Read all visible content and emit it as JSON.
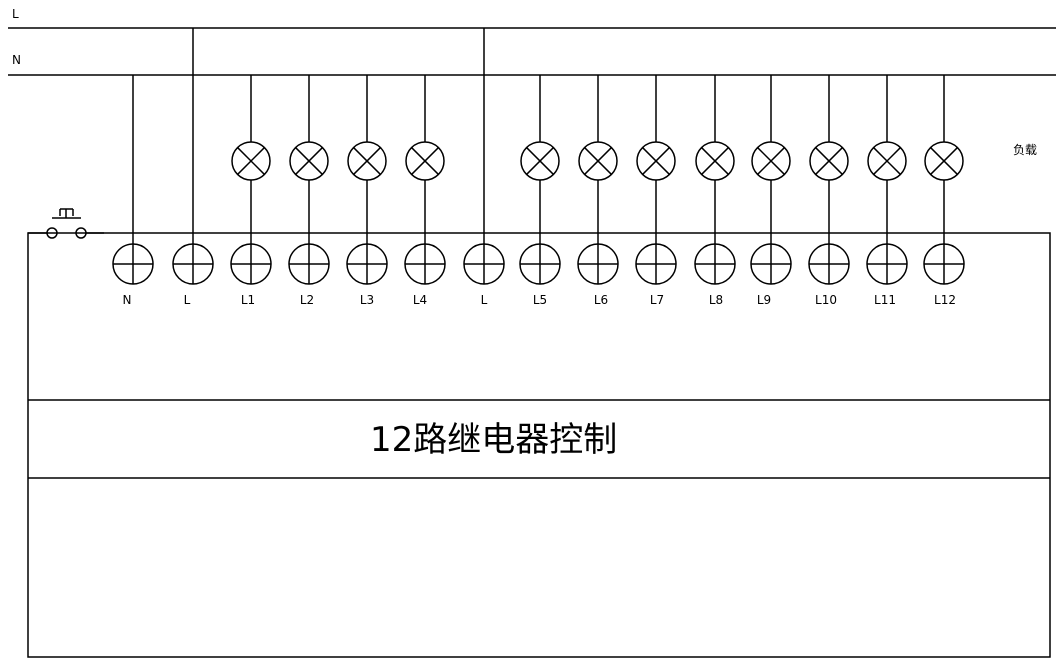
{
  "bus": {
    "line_label": "L",
    "neutral_label": "N"
  },
  "load_label": "负载",
  "title": "12路继电器控制",
  "terminals": [
    {
      "label": "N"
    },
    {
      "label": "L"
    },
    {
      "label": "L1"
    },
    {
      "label": "L2"
    },
    {
      "label": "L3"
    },
    {
      "label": "L4"
    },
    {
      "label": "L"
    },
    {
      "label": "L5"
    },
    {
      "label": "L6"
    },
    {
      "label": "L7"
    },
    {
      "label": "L8"
    },
    {
      "label": "L9"
    },
    {
      "label": "L10"
    },
    {
      "label": "L11"
    },
    {
      "label": "L12"
    }
  ]
}
